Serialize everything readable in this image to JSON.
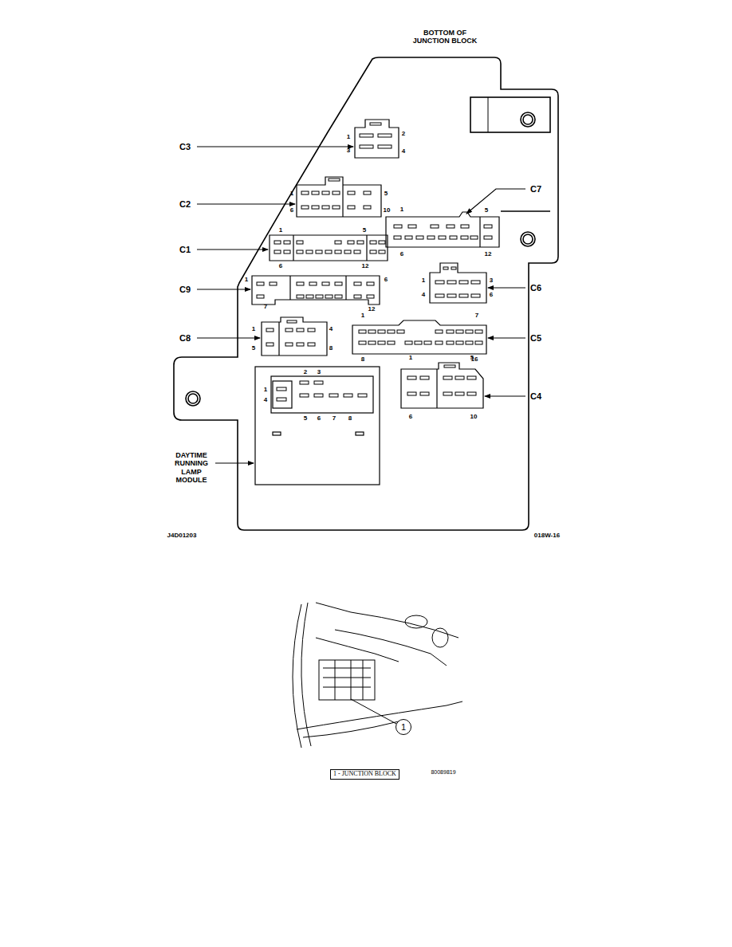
{
  "diagram": {
    "nodes": [
      {
        "text": [
          "1"
        ]
      },
      {
        "text": [
          "1 - JUNCTION BLOCK"
        ]
      }
    ],
    "labels": [
      "BOTTOM OF JUNCTION BLOCK",
      "C3",
      "1",
      "2",
      "3",
      "4",
      "C2",
      "1",
      "5",
      "6",
      "10",
      "C7",
      "1",
      "5",
      "6",
      "12",
      "C1",
      "1",
      "5",
      "6",
      "12",
      "C9",
      "1",
      "6",
      "7",
      "12",
      "C6",
      "1",
      "3",
      "4",
      "6",
      "C8",
      "1",
      "4",
      "5",
      "8",
      "C5",
      "1",
      "7",
      "8",
      "16",
      "2",
      "3",
      "1",
      "4",
      "5",
      "6",
      "7",
      "8",
      "DAYTIME RUNNING LAMP MODULE",
      "C4",
      "1",
      "5",
      "6",
      "10",
      "J4D01203",
      "018W-16",
      "80089819"
    ]
  }
}
